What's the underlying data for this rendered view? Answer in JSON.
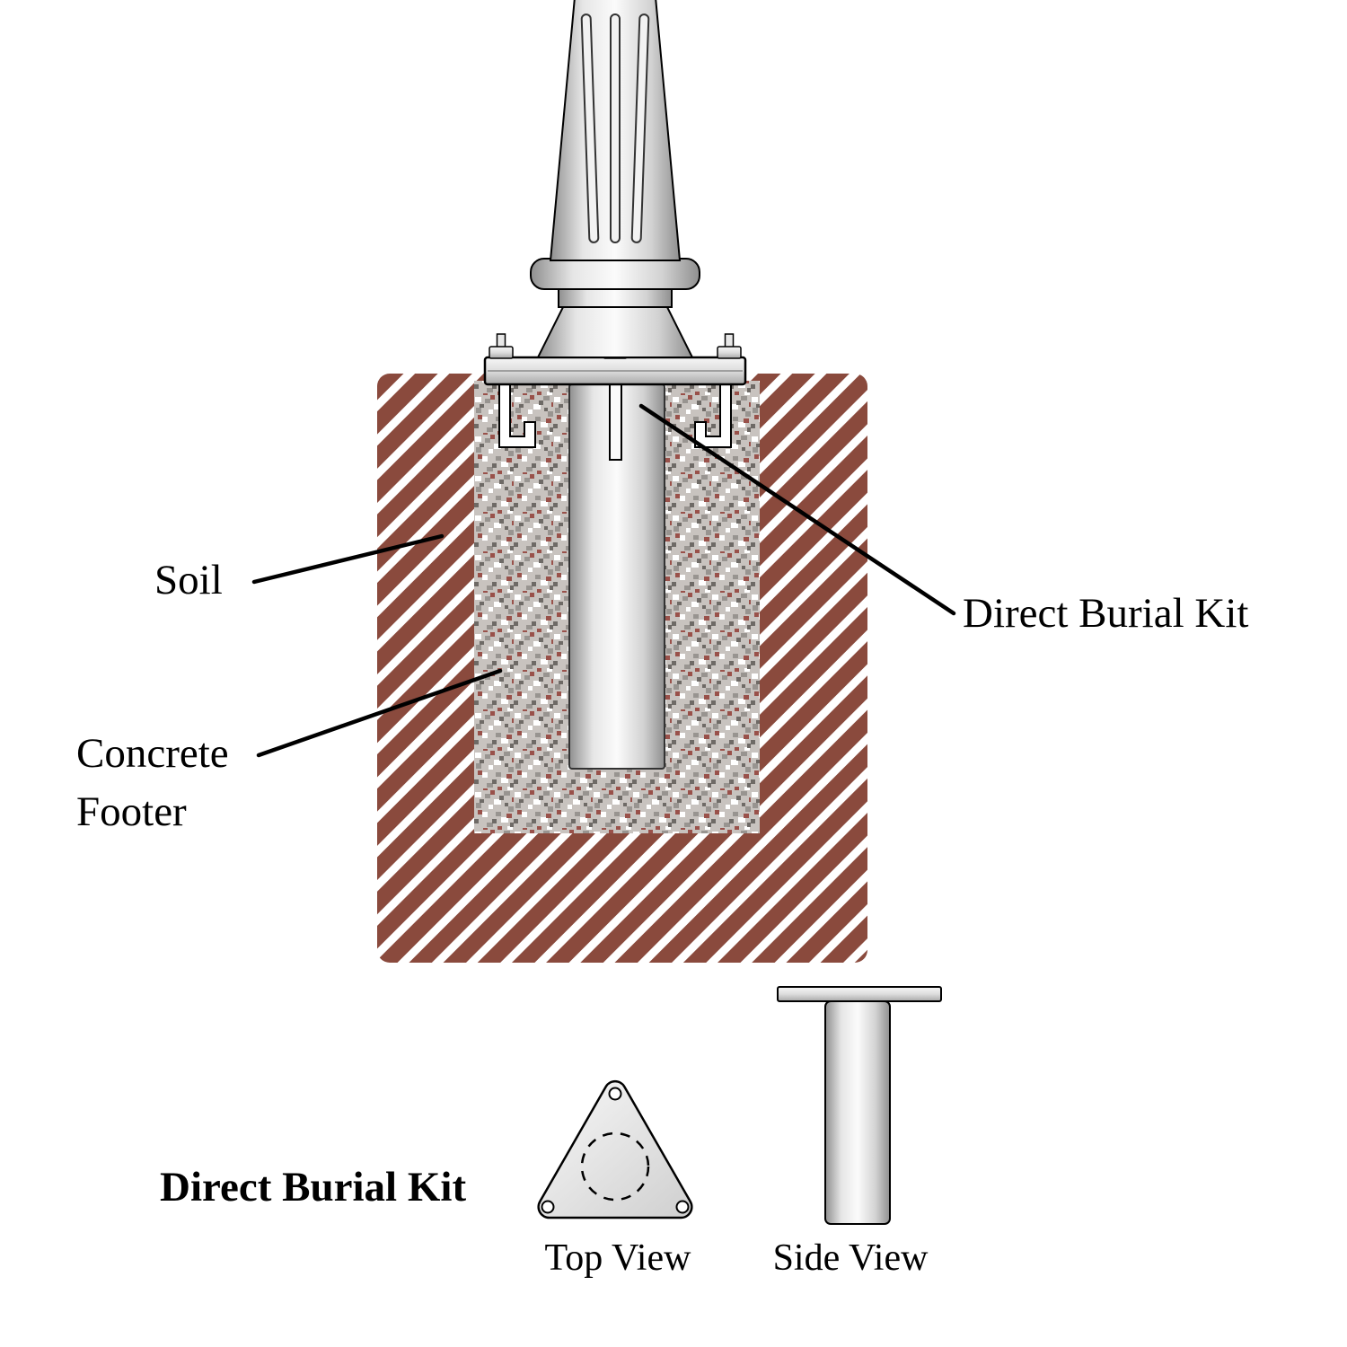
{
  "colors": {
    "soil_brown": "#8a4a3d",
    "concrete_base": "#c8c3bf",
    "metal_light": "#f7f7f7",
    "metal_dark": "#8f8f8f",
    "outline": "#000000"
  },
  "callouts": {
    "soil": "Soil",
    "concrete_line1": "Concrete",
    "concrete_line2": "Footer",
    "direct_burial_kit": "Direct Burial Kit"
  },
  "legend": {
    "title": "Direct Burial Kit",
    "top_view_caption": "Top View",
    "side_view_caption": "Side View"
  }
}
